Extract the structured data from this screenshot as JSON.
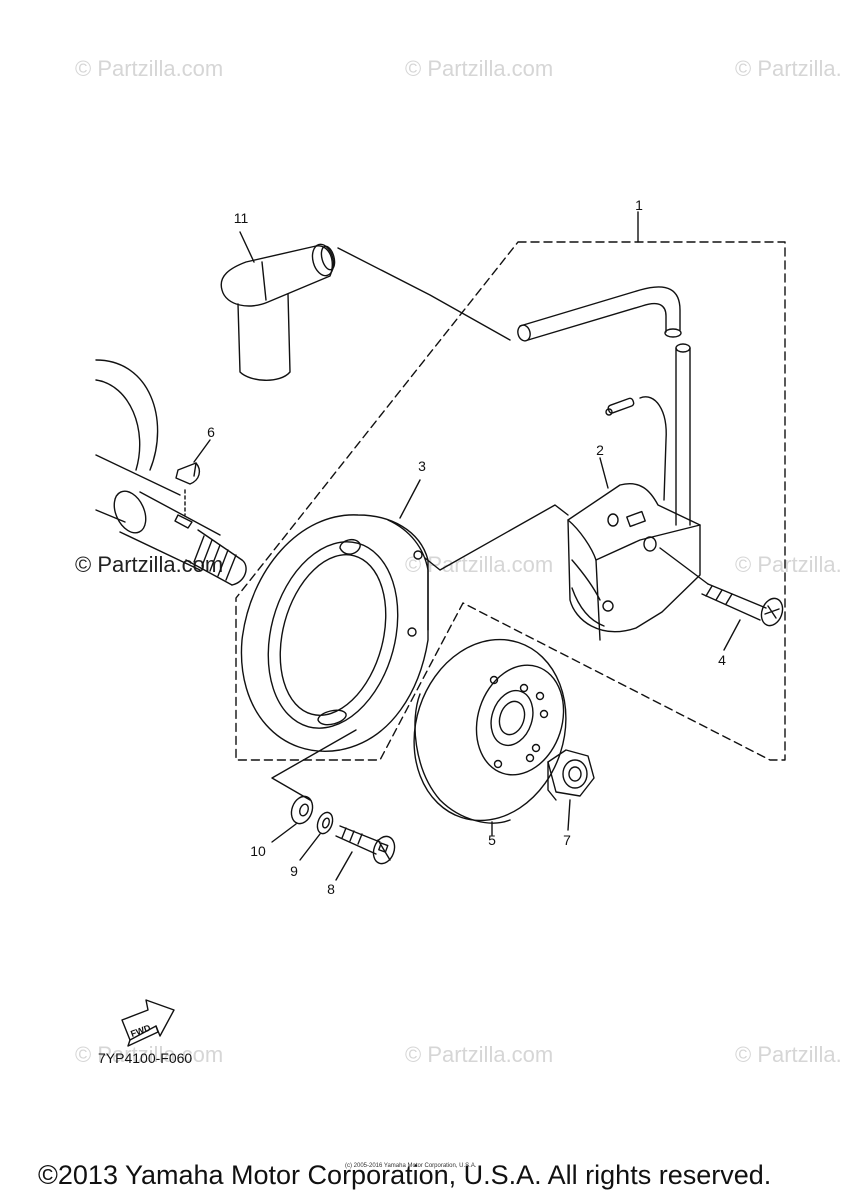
{
  "watermark": {
    "text": "© Partzilla.com"
  },
  "callouts": {
    "c1": "1",
    "c2": "2",
    "c3": "3",
    "c4": "4",
    "c5": "5",
    "c6": "6",
    "c7": "7",
    "c8": "8",
    "c9": "9",
    "c10": "10",
    "c11": "11"
  },
  "fwd_label": "FWD",
  "reference_code": "7YP4100-F060",
  "small_copyright": "(c) 2005-2016 Yamaha Motor Corporation, U.S.A.",
  "footer_copyright": "©2013 Yamaha Motor Corporation, U.S.A. All rights reserved."
}
